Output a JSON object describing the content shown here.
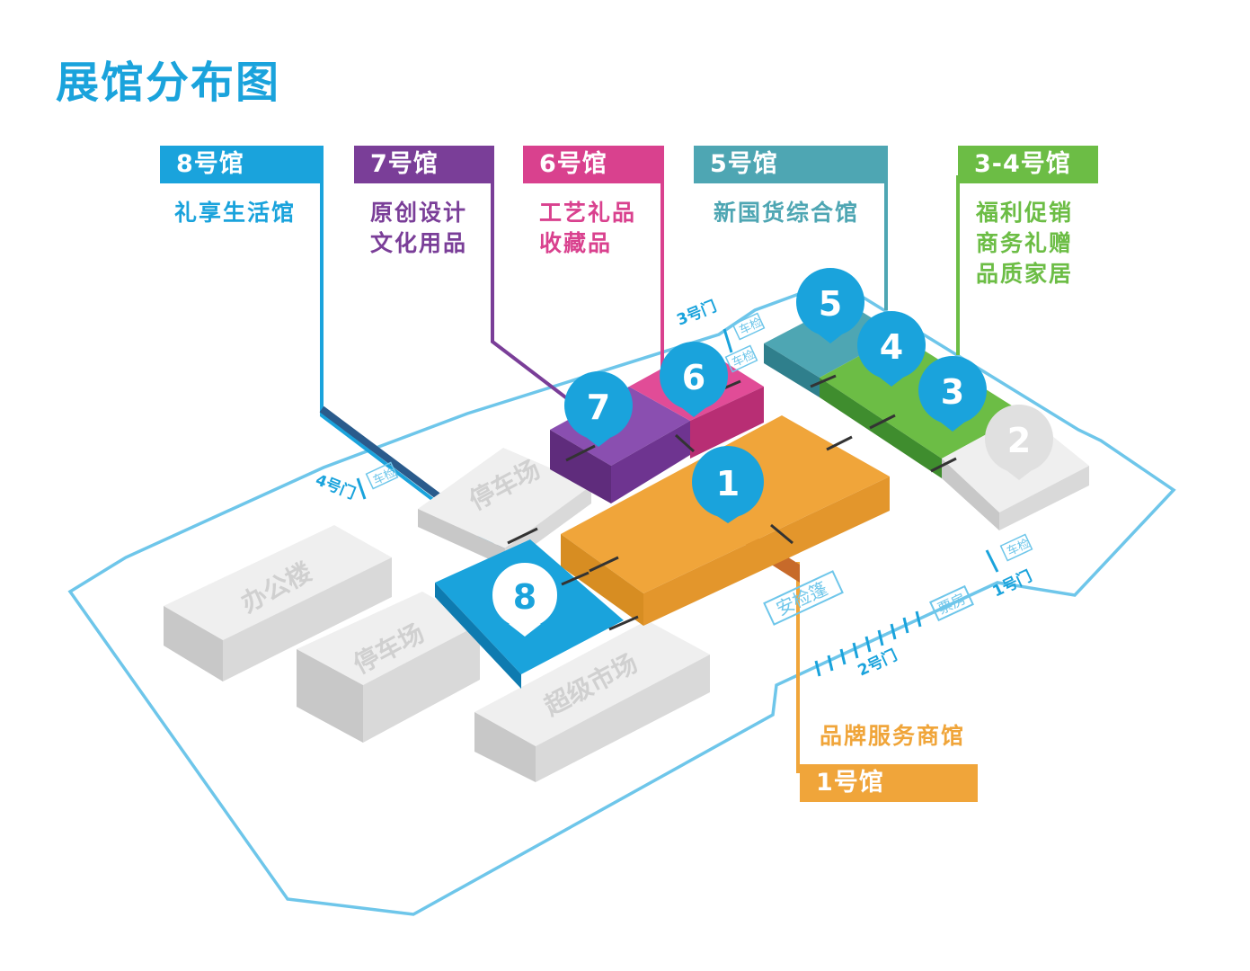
{
  "title": "展馆分布图",
  "colors": {
    "hall8": "#1aa3dc",
    "hall7": "#7a3e98",
    "hall6": "#d9418e",
    "hall5": "#4ea6b3",
    "hall34": "#6cbd45",
    "hall1": "#f0a53a",
    "gray": "#e6e6e6",
    "outline": "#6ec6ea"
  },
  "halls": [
    {
      "id": "8",
      "label": "8号馆",
      "desc": [
        "礼享生活馆"
      ]
    },
    {
      "id": "7",
      "label": "7号馆",
      "desc": [
        "原创设计",
        "文化用品"
      ]
    },
    {
      "id": "6",
      "label": "6号馆",
      "desc": [
        "工艺礼品",
        "收藏品"
      ]
    },
    {
      "id": "5",
      "label": "5号馆",
      "desc": [
        "新国货综合馆"
      ]
    },
    {
      "id": "34",
      "label": "3-4号馆",
      "desc": [
        "福利促销",
        "商务礼赠",
        "品质家居"
      ]
    },
    {
      "id": "1",
      "label": "1号馆",
      "desc": [
        "品牌服务商馆"
      ]
    }
  ],
  "markers": [
    "1",
    "2",
    "3",
    "4",
    "5",
    "6",
    "7",
    "8"
  ],
  "buildings": {
    "office": "办公楼",
    "parking1": "停车场",
    "parking2": "停车场",
    "supermarket": "超级市场"
  },
  "gates": {
    "gate1": "1号门",
    "gate2": "2号门",
    "gate3": "3号门",
    "gate4": "4号门"
  },
  "signs": {
    "vehicle_check": "车检",
    "security_tent": "安检篷",
    "ticket_office": "票房"
  }
}
